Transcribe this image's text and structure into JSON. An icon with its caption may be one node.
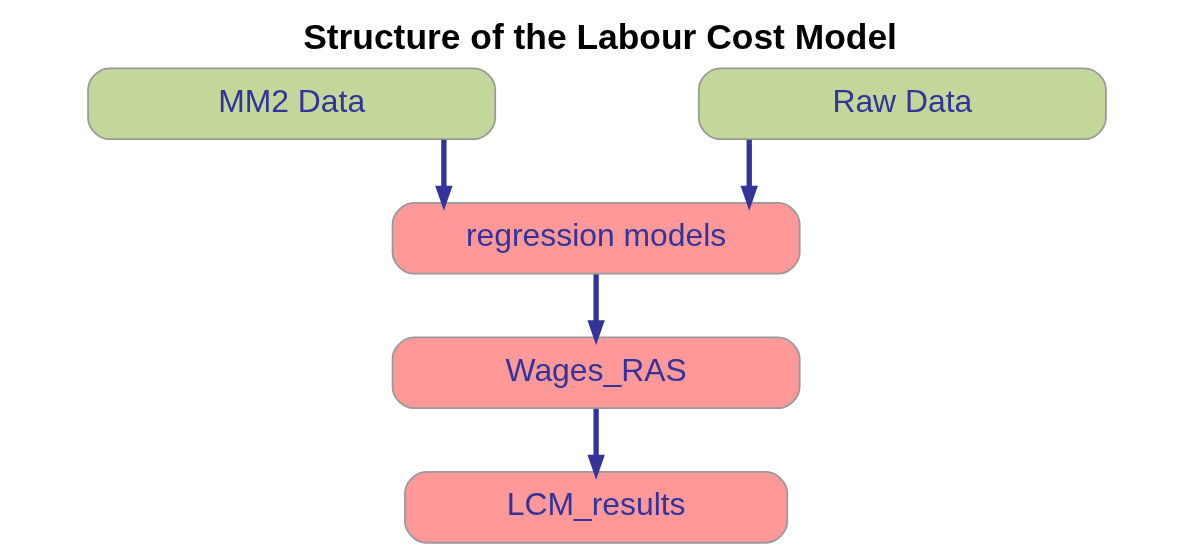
{
  "diagram": {
    "title": "Structure of the Labour Cost Model",
    "nodes": [
      {
        "text": [
          "MM2 Data"
        ]
      },
      {
        "text": [
          "Raw Data"
        ]
      },
      {
        "text": [
          "regression models"
        ]
      },
      {
        "text": [
          "Wages_RAS"
        ]
      },
      {
        "text": [
          "LCM_results"
        ]
      }
    ],
    "edges": [
      {
        "from": 0,
        "to": 2,
        "arrow": "to"
      },
      {
        "from": 1,
        "to": 2,
        "arrow": "to"
      },
      {
        "from": 2,
        "to": 3,
        "arrow": "to"
      },
      {
        "from": 3,
        "to": 4,
        "arrow": "to"
      }
    ]
  }
}
